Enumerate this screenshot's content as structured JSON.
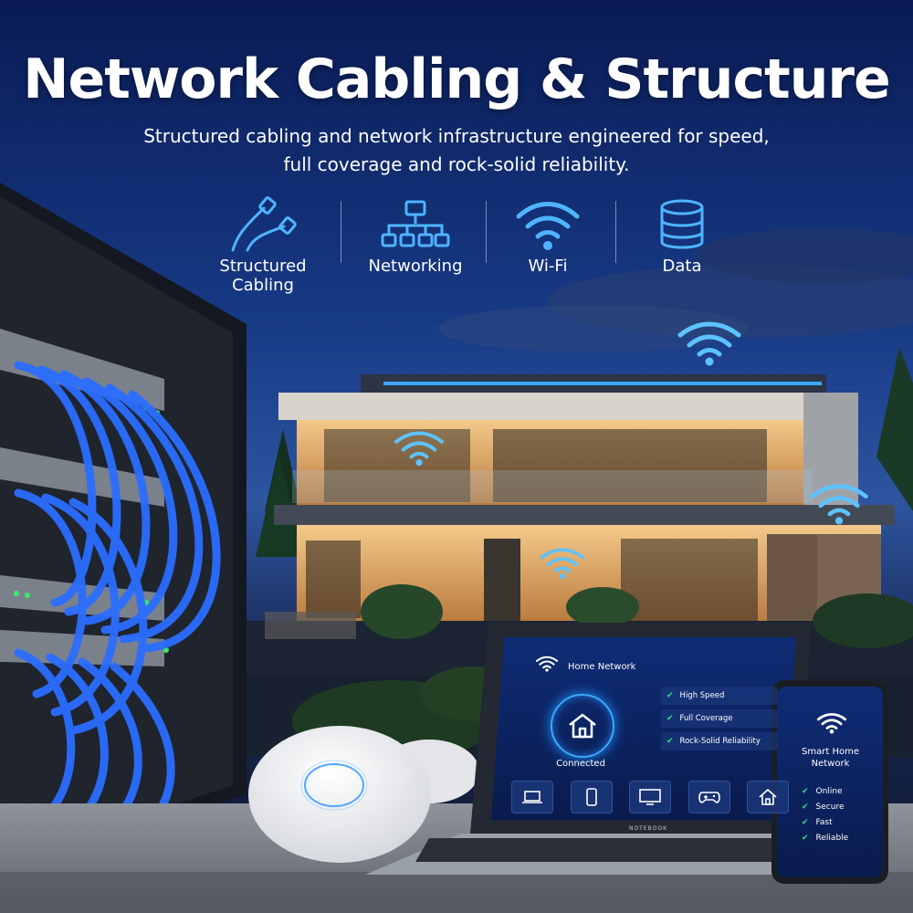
{
  "hero": {
    "title": "Network Cabling & Structure",
    "subtitle_line1": "Structured cabling and network infrastructure engineered for speed,",
    "subtitle_line2": "full coverage and rock-solid reliability."
  },
  "features": [
    {
      "label_line1": "Structured",
      "label_line2": "Cabling",
      "icon": "cable-icon"
    },
    {
      "label_line1": "Networking",
      "label_line2": "",
      "icon": "network-tree-icon"
    },
    {
      "label_line1": "Wi-Fi",
      "label_line2": "",
      "icon": "wifi-icon"
    },
    {
      "label_line1": "Data",
      "label_line2": "",
      "icon": "database-icon"
    }
  ],
  "laptop": {
    "network_title": "Home Network",
    "status": "Connected",
    "checks": [
      "High Speed",
      "Full Coverage",
      "Rock-Solid Reliability"
    ],
    "tiles": [
      "laptop-icon",
      "phone-icon",
      "tv-icon",
      "gamepad-icon",
      "home-icon"
    ],
    "brand": "NOTEBOOK"
  },
  "phone": {
    "title_line1": "Smart Home",
    "title_line2": "Network",
    "items": [
      "Online",
      "Secure",
      "Fast",
      "Reliable"
    ]
  },
  "colors": {
    "accent": "#2f8cff",
    "glow": "#56b8ff",
    "sky_top": "#0b1f5c",
    "sky_bottom": "#2b4a8a",
    "check": "#38e08a"
  }
}
